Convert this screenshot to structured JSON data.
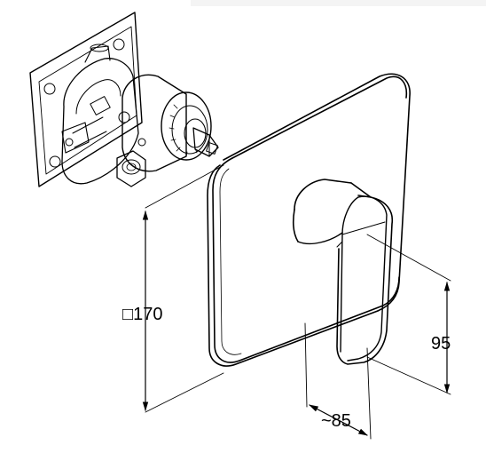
{
  "dimensions": {
    "plate_size": "□170",
    "lever_height": "95",
    "projection_depth": "~85"
  }
}
